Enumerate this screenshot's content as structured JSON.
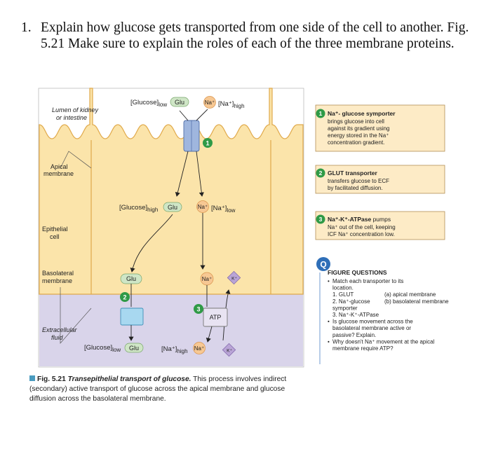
{
  "question": {
    "number": "1.",
    "text": "Explain how glucose gets transported from one side of the cell to another. Fig. 5.21 Make sure to explain the roles of each of the three membrane proteins."
  },
  "labels": {
    "lumen_line1": "Lumen of kidney",
    "lumen_line2": "or intestine",
    "apical_line1": "Apical",
    "apical_line2": "membrane",
    "epithelial_line1": "Epithelial",
    "epithelial_line2": "cell",
    "basolateral_line1": "Basolateral",
    "basolateral_line2": "membrane",
    "ecf_line1": "Extracellular",
    "ecf_line2": "fluid"
  },
  "molecules": {
    "glucose": "[Glucose]",
    "low": "low",
    "high": "high",
    "glu": "Glu",
    "na": "Na⁺",
    "na_conc": "[Na⁺]",
    "k": "K⁺",
    "atp": "ATP"
  },
  "markers": {
    "one": "1",
    "two": "2",
    "three": "3"
  },
  "legend": {
    "item1_title": "Na⁺- glucose symporter",
    "item1_lines": [
      "brings glucose into cell",
      "against its gradient using",
      "energy stored in the Na⁺",
      "concentration gradient."
    ],
    "item2_title": "GLUT transporter",
    "item2_lines": [
      "transfers glucose to ECF",
      "by facilitated diffusion."
    ],
    "item3_title": "Na⁺-K⁺-ATPase",
    "item3_title_rest": " pumps",
    "item3_lines": [
      "Na⁺ out of the cell, keeping",
      "ICF Na⁺ concentration low."
    ]
  },
  "figure_questions": {
    "icon": "Q",
    "heading": "FIGURE QUESTIONS",
    "lines": [
      {
        "b": "•",
        "t": "Match each transporter to its"
      },
      {
        "b": "",
        "t": "location."
      },
      {
        "b": "",
        "t": "1. GLUT",
        "r": "(a) apical membrane"
      },
      {
        "b": "",
        "t": "2. Na⁺-glucose",
        "r": "(b) basolateral membrane"
      },
      {
        "b": "",
        "t": "    symporter"
      },
      {
        "b": "",
        "t": "3. Na⁺-K⁺-ATPase"
      },
      {
        "b": "•",
        "t": "Is glucose movement across the"
      },
      {
        "b": "",
        "t": "basolateral membrane active or"
      },
      {
        "b": "",
        "t": "passive? Explain."
      },
      {
        "b": "•",
        "t": "Why doesn't Na⁺ movement at the apical"
      },
      {
        "b": "",
        "t": "membrane require ATP?"
      }
    ]
  },
  "caption": {
    "fig": "Fig. 5.21",
    "title": "Transepithelial transport of glucose.",
    "text": " This process involves indirect (secondary) active transport of glucose across the apical membrane and glucose diffusion across the basolateral membrane."
  },
  "colors": {
    "cell": "#fbe4aa",
    "cell_edge": "#e0a94a",
    "lumen": "#ffffff",
    "ecf": "#d9d4ea",
    "symporter": "#9fb6de",
    "glut": "#a8d8f0",
    "atpase": "#e8e3f2",
    "glu_pill": "#cfe6c6",
    "na_circle": "#f7c893",
    "k_diamond": "#b9a4d6",
    "legend_box": "#fdebc6",
    "legend_edge": "#b28e56",
    "marker": "#2f9a46",
    "q_icon": "#2f6fb8"
  }
}
